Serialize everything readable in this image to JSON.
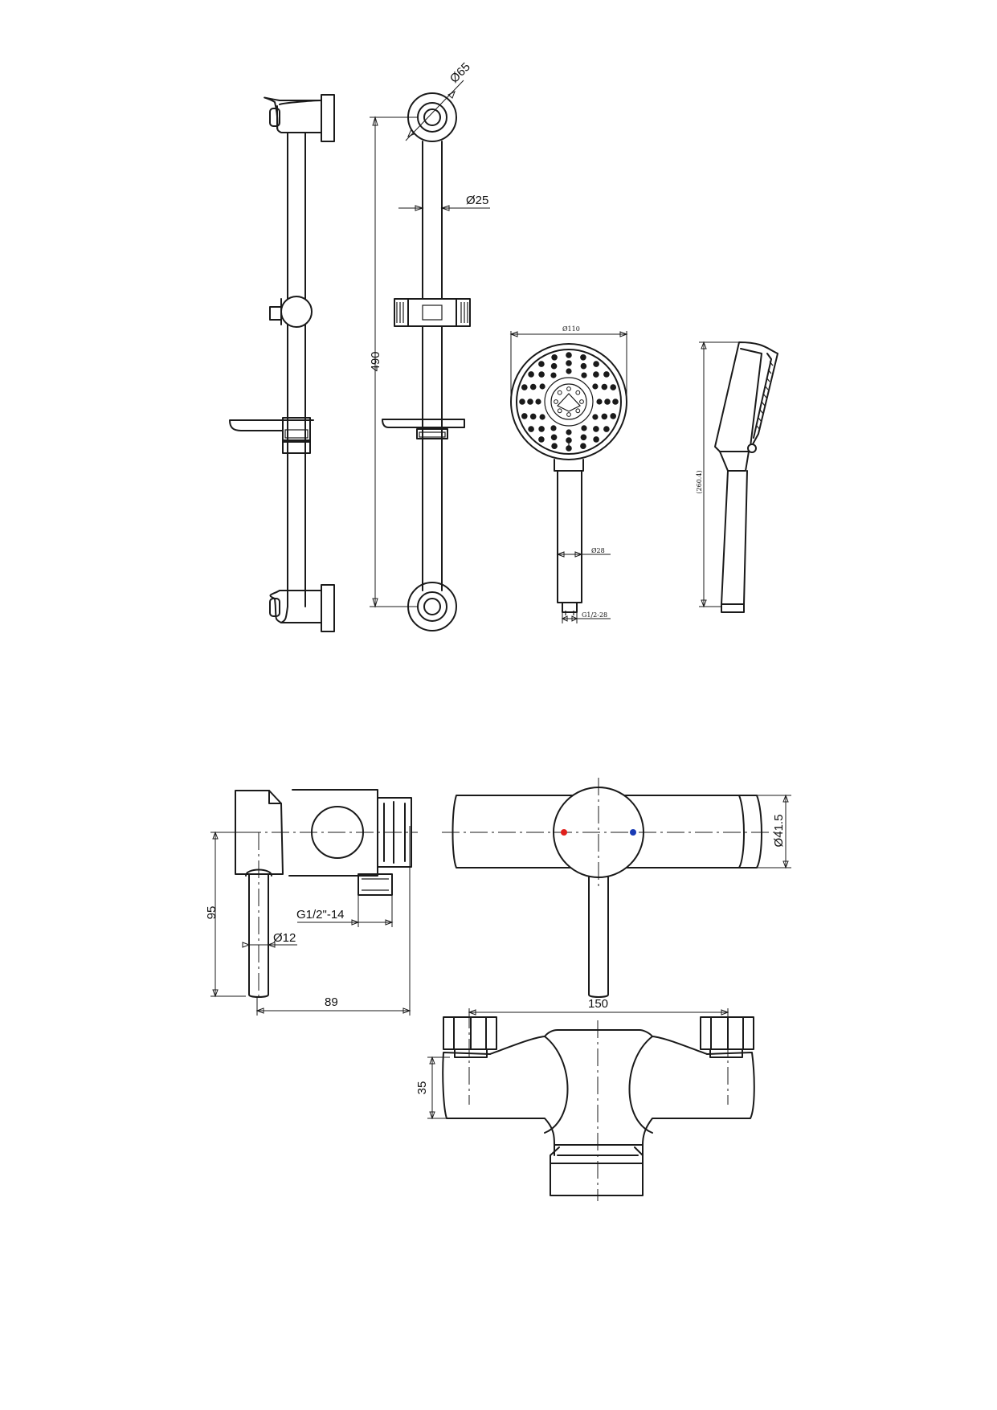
{
  "dimensions": {
    "rail_height": "490",
    "bracket_diameter": "Ø65",
    "rail_diameter": "Ø25",
    "head_diameter": "Ø110",
    "handle_diameter": "Ø28",
    "handle_thread": "G1/2-28",
    "handset_length": "(260.4)",
    "mixer_body_diameter": "Ø41.5",
    "mixer_projection": "89",
    "mixer_lever_height": "95",
    "lever_diameter": "Ø12",
    "outlet_thread": "G1/2\"-14",
    "inlet_centres": "150",
    "mixer_body_height": "35"
  },
  "colors": {
    "line": "#1a1a1a",
    "hot_indicator": "#e0201c",
    "cold_indicator": "#1a3bb5"
  }
}
